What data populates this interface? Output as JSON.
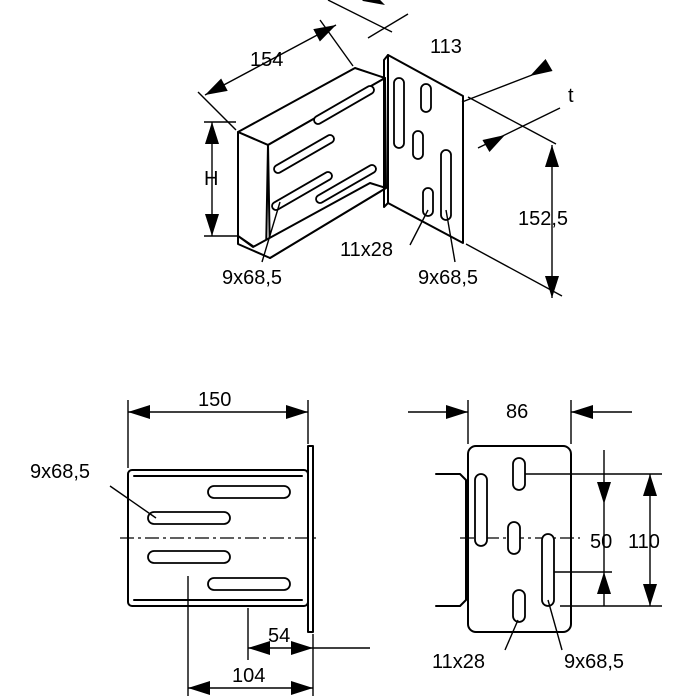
{
  "iso_view": {
    "dim_width": "154",
    "dim_plate_width": "113",
    "dim_thickness": "t",
    "dim_height": "H",
    "dim_plate_height": "152,5",
    "label_slot_base": "9x68,5",
    "label_slot_plate_small": "11x28",
    "label_slot_plate_long": "9x68,5"
  },
  "side_view": {
    "dim_width": "150",
    "dim_offset": "54",
    "dim_length": "104",
    "label_slot": "9x68,5"
  },
  "front_view": {
    "dim_width": "86",
    "dim_spacing_inner": "50",
    "dim_spacing_outer": "110",
    "label_slot_small": "11x28",
    "label_slot_long": "9x68,5"
  }
}
